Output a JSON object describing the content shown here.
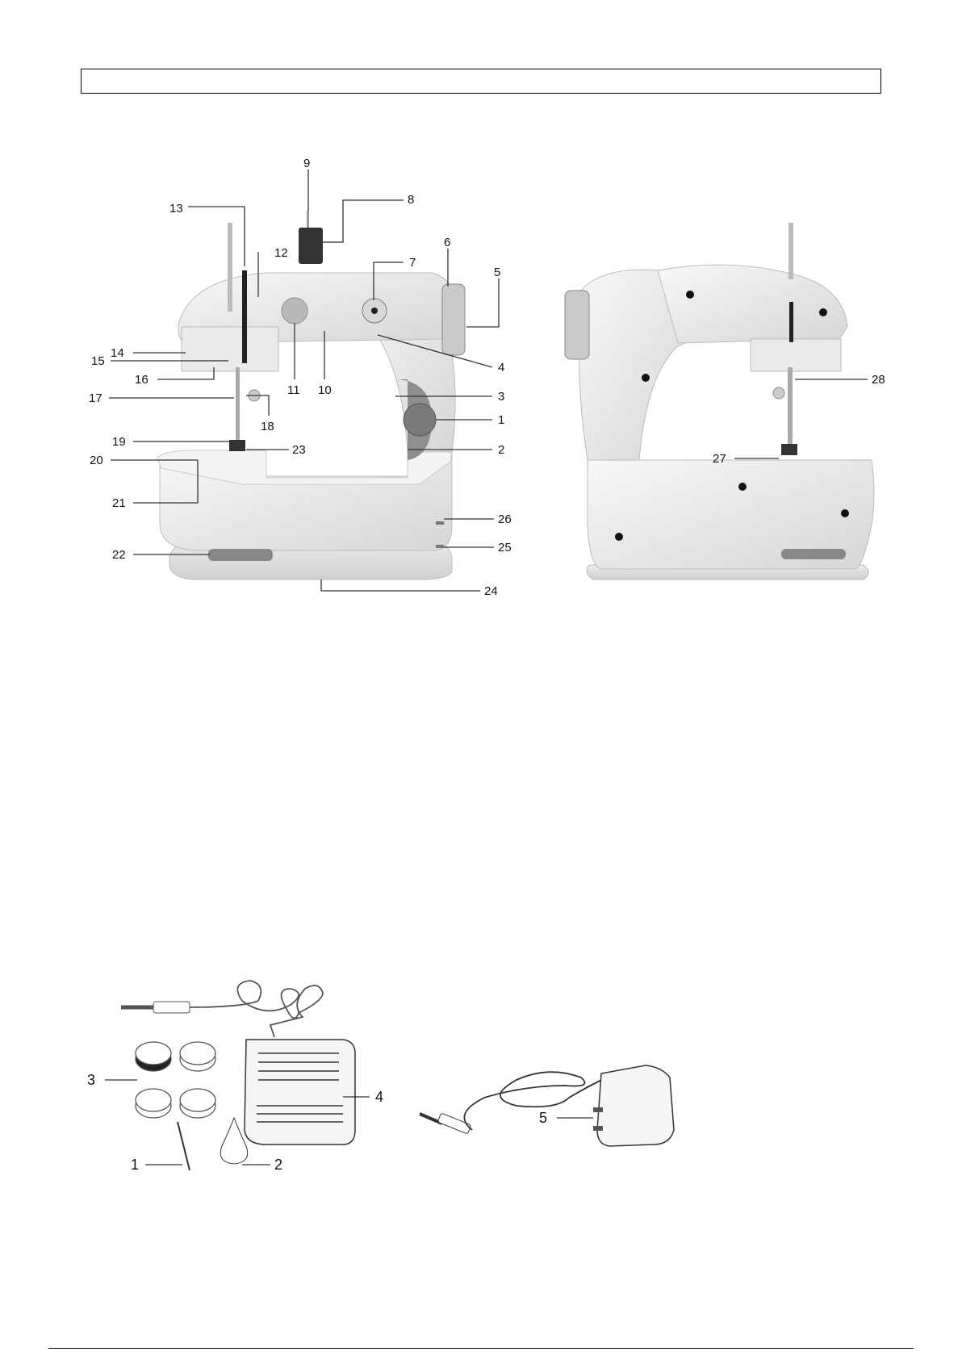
{
  "header": {
    "title": ""
  },
  "figure1": {
    "callouts": [
      "1",
      "2",
      "3",
      "4",
      "5",
      "6",
      "7",
      "8",
      "9",
      "10",
      "11",
      "12",
      "13",
      "14",
      "15",
      "16",
      "17",
      "18",
      "19",
      "20",
      "21",
      "22",
      "23",
      "24",
      "25",
      "26",
      "27",
      "28"
    ]
  },
  "figure2": {
    "callouts": [
      "1",
      "2",
      "3",
      "4",
      "5"
    ]
  }
}
